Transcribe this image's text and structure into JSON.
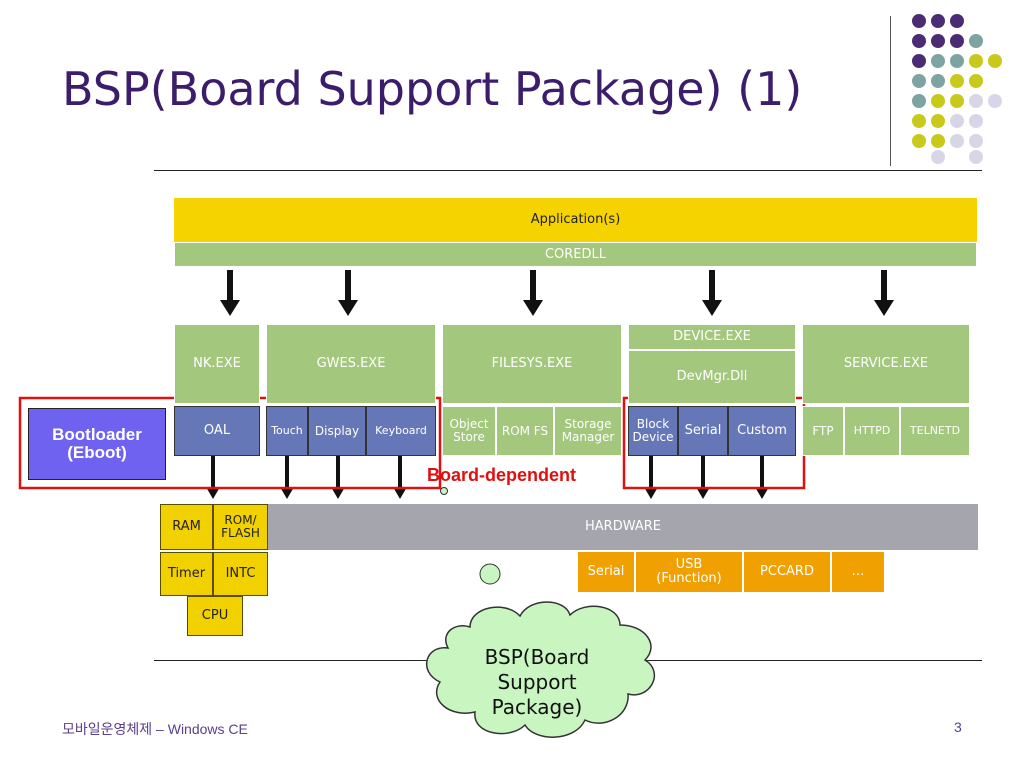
{
  "slide": {
    "title": "BSP(Board Support Package) (1)",
    "footer_left": "모바일운영체제 – Windows CE",
    "page_number": "3"
  },
  "diagram": {
    "application": "Application(s)",
    "coredll": "COREDLL",
    "nk": "NK.EXE",
    "gwes": "GWES.EXE",
    "filesys": "FILESYS.EXE",
    "device": "DEVICE.EXE",
    "devmgr": "DevMgr.Dll",
    "service": "SERVICE.EXE",
    "oal": "OAL",
    "touch": "Touch",
    "display": "Display",
    "keyboard": "Keyboard",
    "object_store": "Object Store",
    "rom_fs": "ROM FS",
    "storage_manager": "Storage Manager",
    "block_device": "Block Device",
    "serial": "Serial",
    "custom": "Custom",
    "ftp": "FTP",
    "httpd": "HTTPD",
    "telnetd": "TELNETD",
    "hardware": "HARDWARE",
    "ram": "RAM",
    "rom_flash": "ROM/ FLASH",
    "timer": "Timer",
    "intc": "INTC",
    "cpu": "CPU",
    "hw_serial": "Serial",
    "hw_usb": "USB (Function)",
    "hw_pccard": "PCCARD",
    "hw_more": "…",
    "bootloader": "Bootloader (Eboot)",
    "board_dependent": "Board-dependent",
    "bsp_callout": "BSP(Board Support Package)"
  },
  "colors": {
    "title": "#3b1d6b",
    "green": "#a3c77c",
    "blue": "#6677b8",
    "yellow": "#f5d300",
    "orange": "#f0a000",
    "grey": "#a5a5ad",
    "red_outline": "#e01010",
    "callout": "#c8f5c0"
  }
}
